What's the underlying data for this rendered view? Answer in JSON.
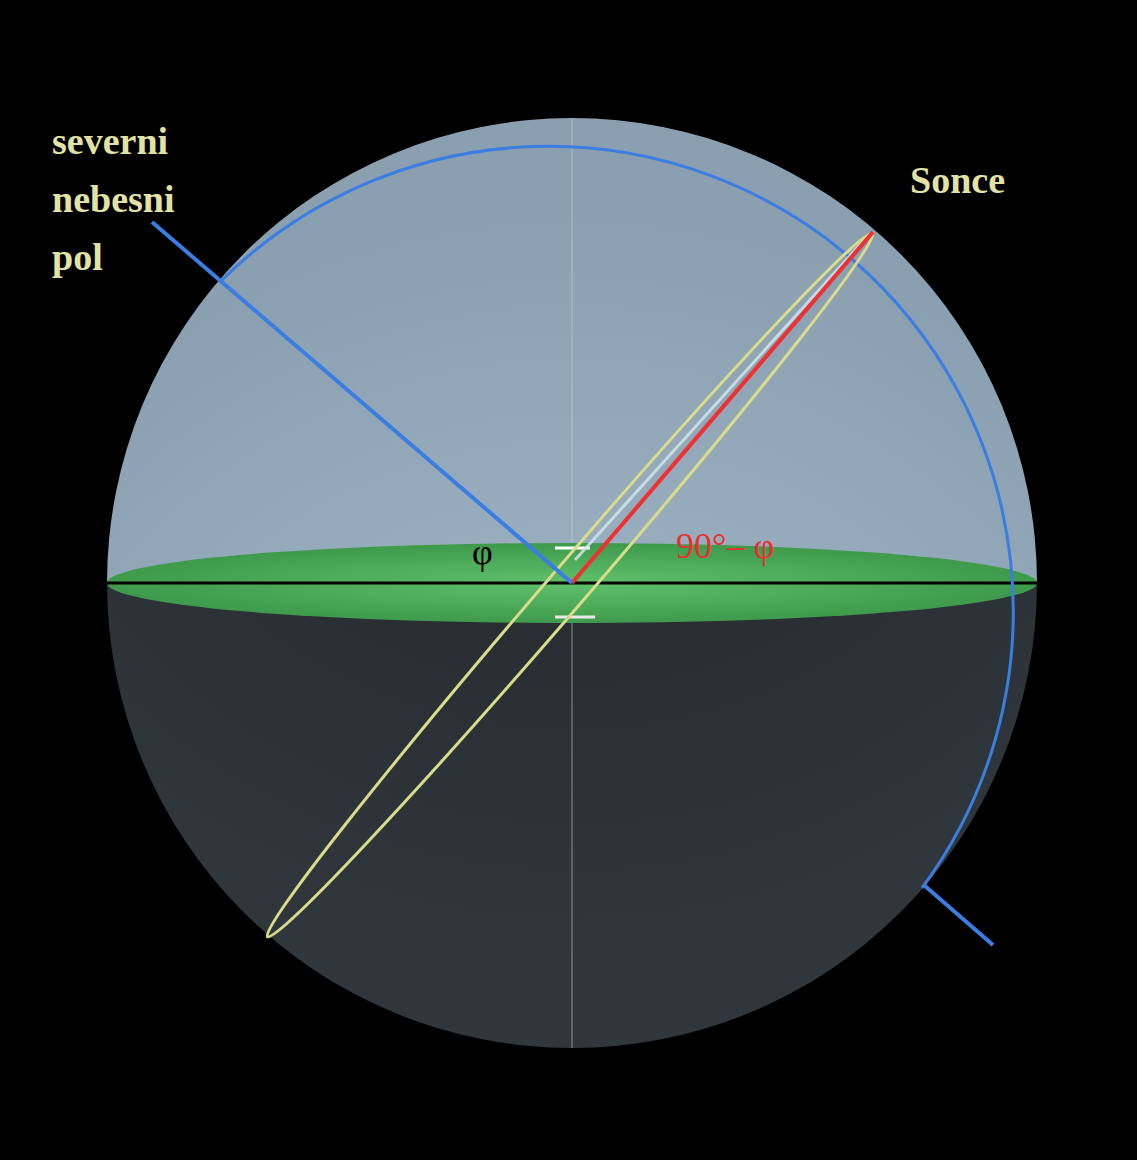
{
  "diagram": {
    "labels": [
      "severni nebesni pol",
      "Sonce",
      "φ",
      "90°– φ"
    ]
  }
}
